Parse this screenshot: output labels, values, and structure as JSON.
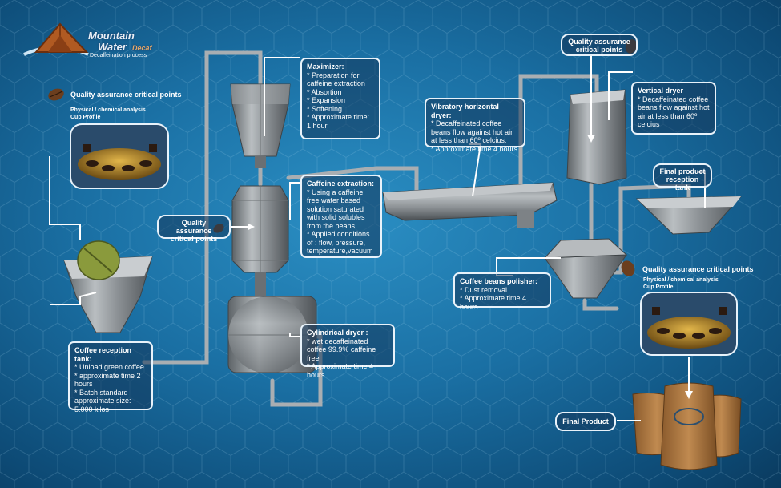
{
  "logo": {
    "line1": "Mountain",
    "line2": "Water",
    "line2b": "Decaf",
    "subtitle": "Decaffeination process"
  },
  "qa_top_left": {
    "title": "Quality assurance critical points",
    "sub1": "Physical / chemical analysis",
    "sub2": "Cup Profile"
  },
  "qa_mid": "Quality assurance\ncritical points",
  "qa_top_right": "Quality assurance\ncritical points",
  "qa_right": {
    "title": "Quality assurance critical points",
    "sub1": "Physical / chemical analysis",
    "sub2": "Cup Profile"
  },
  "maximizer": {
    "title": "Maximizer:",
    "body": "*  Preparation  for caffeine extraction\n*  Absortion\n*  Expansion\n*  Softening\n*  Approximate time:\n1 hour"
  },
  "caffeine_extraction": {
    "title": "Caffeine extraction:",
    "body": "* Using a caffeine free water based solution saturated with solid solubles from the beans.\n*  Applied conditions of : flow, pressure, temperature,vacuum"
  },
  "cylindrical_dryer": {
    "title": "Cylindrical dryer :",
    "body": "*  wet decaffeinated coffee 99.9% caffeine free\n* Approximate time 4 hours"
  },
  "reception_tank": {
    "title": "Coffee reception tank:",
    "body": "* Unload green coffee\n* approximate time 2 hours\n* Batch standard approximate  size: 5.000 kilos"
  },
  "vibratory_dryer": {
    "title": "Vibratory horizontal dryer:",
    "body": "*  Decaffeinated coffee beans flow against hot air at less than 60º celcius.\n*  Approximate time 4 hours"
  },
  "vertical_dryer": {
    "title": "Vertical dryer",
    "body": "*  Decaffeinated coffee beans flow against hot air at less than 60º celcius"
  },
  "final_tank": "Final product\nreception tank",
  "polisher": {
    "title": "Coffee beans polisher:",
    "body": "*  Dust removal\n* Approximate time 4 hours"
  },
  "final_product": "Final Product",
  "colors": {
    "background": "#1a6fa3",
    "box_border": "#e8f2fa",
    "machine": "#8a8f93",
    "pipe": "#9aa0a4"
  }
}
